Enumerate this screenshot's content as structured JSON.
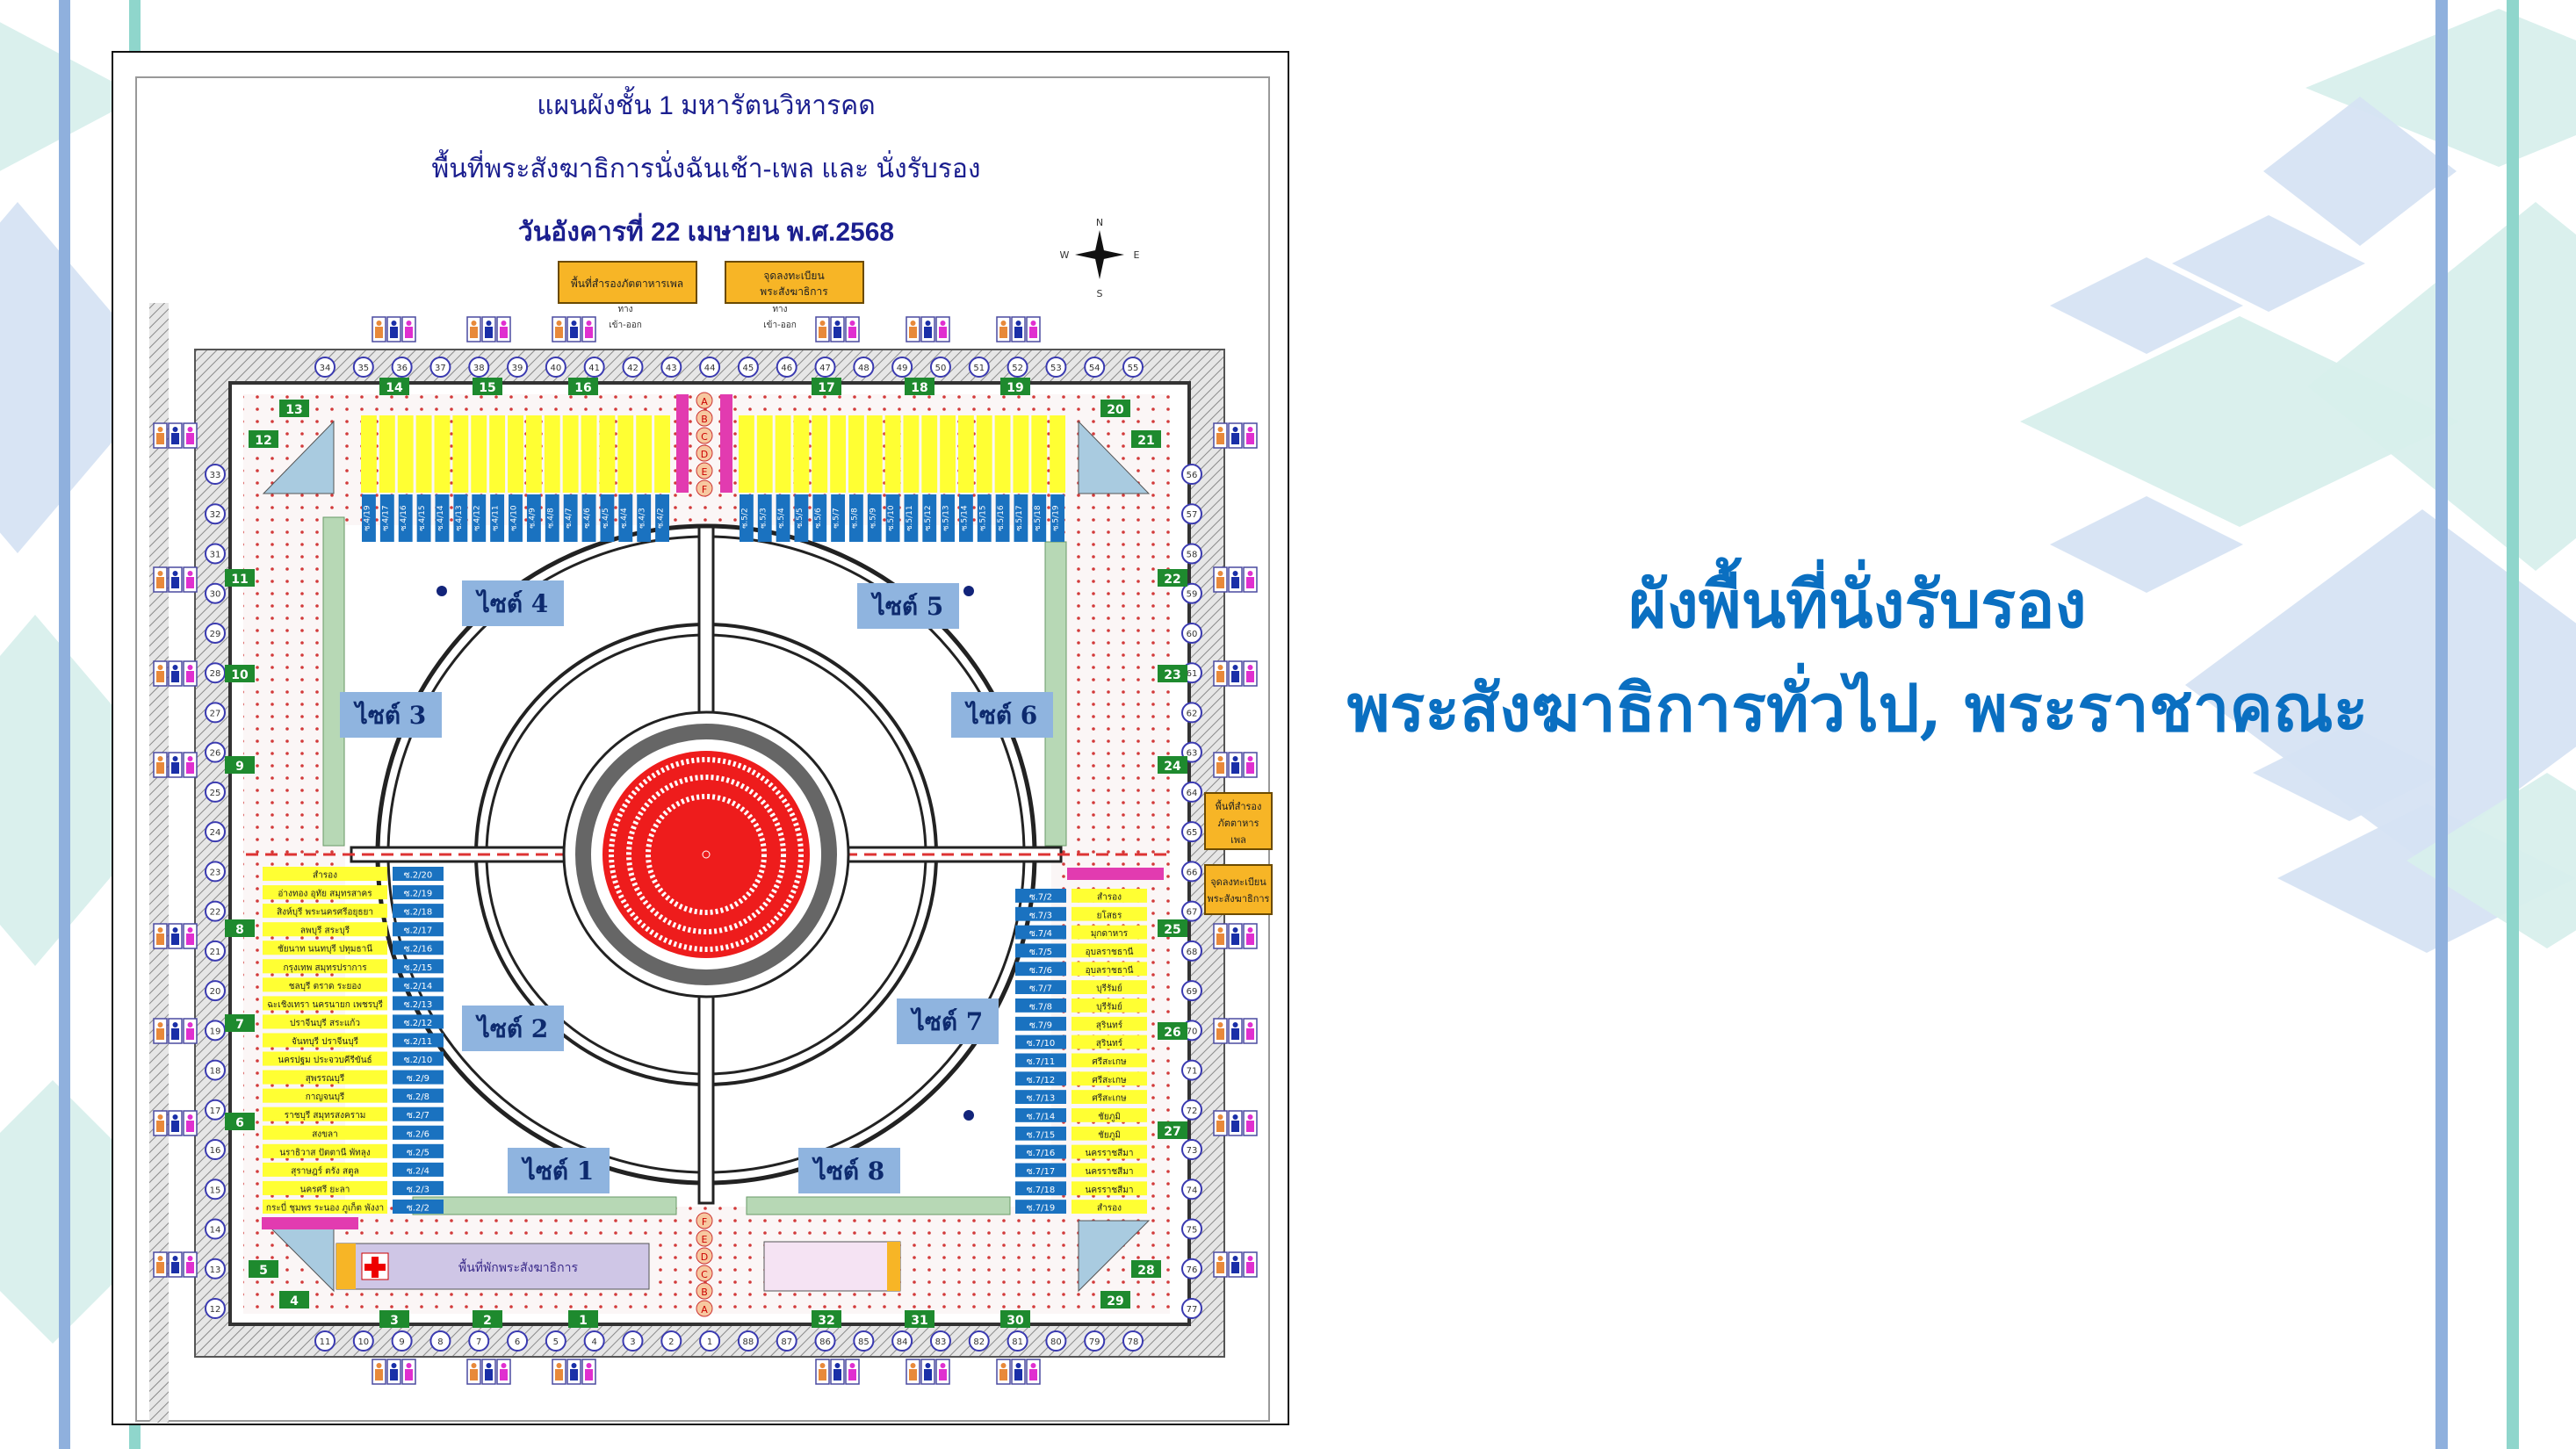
{
  "colors": {
    "headline": "#0a6fc1",
    "bar_blue": "#8fb0dd",
    "bar_teal": "#8fd6cc",
    "diamond_blue": "#d6e3f3",
    "diamond_teal": "#d8efec",
    "map_title": "#1b1f8f",
    "seat_yellow": "#ffff33",
    "seat_blue": "#1a72c0",
    "zone_label_bg": "#8fb4df",
    "center_red": "#ee1c1c",
    "gate_green": "#1e8a2e",
    "info_orange": "#f7b526"
  },
  "headline": {
    "line1": "ผังพื้นที่นั่งรับรอง",
    "line2": "พระสังฆาธิการทั่วไป, พระราชาคณะ"
  },
  "map": {
    "title_line1": "แผนผังชั้น 1 มหารัตนวิหารคด",
    "title_line2": "พื้นที่พระสังฆาธิการนั่งฉันเช้า-เพล และ นั่งรับรอง",
    "title_line3": "วันอังคารที่ 22 เมษายน พ.ศ.2568",
    "compass": {
      "n": "N",
      "s": "S",
      "e": "E",
      "w": "W"
    },
    "top_box_left": "พื้นที่สำรองภัตตาหารเพล",
    "top_box_right_1": "จุดลงทะเบียน",
    "top_box_right_2": "พระสังฆาธิการ",
    "entrance_1": "ทาง",
    "entrance_2": "เข้า-ออก",
    "right_box_1": [
      "พื้นที่สำรอง",
      "ภัตตาหาร",
      "เพล"
    ],
    "right_box_2": [
      "จุดลงทะเบียน",
      "พระสังฆาธิการ"
    ],
    "rest_area": "พื้นที่พักพระสังฆาธิการ",
    "row_letters": [
      "A",
      "B",
      "C",
      "D",
      "E",
      "F"
    ],
    "zones": [
      "ไซต์ 1",
      "ไซต์ 2",
      "ไซต์ 3",
      "ไซต์ 4",
      "ไซต์ 5",
      "ไซต์ 6",
      "ไซต์ 7",
      "ไซต์ 8"
    ],
    "circles_top": [
      "34",
      "35",
      "36",
      "37",
      "38",
      "39",
      "40",
      "41",
      "42",
      "43",
      "44",
      "45",
      "46",
      "47",
      "48",
      "49",
      "50",
      "51",
      "52",
      "53",
      "54",
      "55"
    ],
    "circles_bottom": [
      "11",
      "10",
      "9",
      "8",
      "7",
      "6",
      "5",
      "4",
      "3",
      "2",
      "1",
      "88",
      "87",
      "86",
      "85",
      "84",
      "83",
      "82",
      "81",
      "80",
      "79",
      "78"
    ],
    "circles_left": [
      "33",
      "32",
      "31",
      "30",
      "29",
      "28",
      "27",
      "26",
      "25",
      "24",
      "23",
      "22",
      "21",
      "20",
      "19",
      "18",
      "17",
      "16",
      "15",
      "14",
      "13",
      "12"
    ],
    "circles_right": [
      "56",
      "57",
      "58",
      "59",
      "60",
      "61",
      "62",
      "63",
      "64",
      "65",
      "66",
      "67",
      "68",
      "69",
      "70",
      "71",
      "72",
      "73",
      "74",
      "75",
      "76",
      "77"
    ],
    "gates": [
      "14",
      "15",
      "16",
      "17",
      "18",
      "19",
      "3",
      "2",
      "1",
      "32",
      "31",
      "30",
      "11",
      "10",
      "9",
      "8",
      "7",
      "6",
      "22",
      "23",
      "24",
      "25",
      "26",
      "27",
      "12",
      "13",
      "20",
      "21",
      "5",
      "4",
      "28",
      "29"
    ],
    "site4_codes": [
      "ซ.4/19",
      "ซ.4/17",
      "ซ.4/16",
      "ซ.4/15",
      "ซ.4/14",
      "ซ.4/13",
      "ซ.4/12",
      "ซ.4/11",
      "ซ.4/10",
      "ซ.4/9",
      "ซ.4/8",
      "ซ.4/7",
      "ซ.4/6",
      "ซ.4/5",
      "ซ.4/4",
      "ซ.4/3",
      "ซ.4/2"
    ],
    "site5_codes": [
      "ซ.5/2",
      "ซ.5/3",
      "ซ.5/4",
      "ซ.5/5",
      "ซ.5/6",
      "ซ.5/7",
      "ซ.5/8",
      "ซ.5/9",
      "ซ.5/10",
      "ซ.5/11",
      "ซ.5/12",
      "ซ.5/13",
      "ซ.5/14",
      "ซ.5/15",
      "ซ.5/16",
      "ซ.5/17",
      "ซ.5/18",
      "ซ.5/19"
    ],
    "site2_codes": [
      "ซ.2/20",
      "ซ.2/19",
      "ซ.2/18",
      "ซ.2/17",
      "ซ.2/16",
      "ซ.2/15",
      "ซ.2/14",
      "ซ.2/13",
      "ซ.2/12",
      "ซ.2/11",
      "ซ.2/10",
      "ซ.2/9",
      "ซ.2/8",
      "ซ.2/7",
      "ซ.2/6",
      "ซ.2/5",
      "ซ.2/4",
      "ซ.2/3",
      "ซ.2/2"
    ],
    "site2_provinces": [
      "สำรอง",
      "อ่างทอง อุทัย สมุทรสาคร",
      "สิงห์บุรี พระนครศรีอยุธยา",
      "ลพบุรี สระบุรี",
      "ชัยนาท นนทบุรี ปทุมธานี",
      "กรุงเทพ สมุทรปราการ",
      "ชลบุรี ตราด ระยอง",
      "ฉะเชิงเทรา นครนายก เพชรบุรี",
      "ปราจีนบุรี สระแก้ว",
      "จันทบุรี ปราจีนบุรี",
      "นครปฐม ประจวบคีรีขันธ์",
      "สุพรรณบุรี",
      "กาญจนบุรี",
      "ราชบุรี สมุทรสงคราม",
      "สงขลา",
      "นราธิวาส ปัตตานี พัทลุง",
      "สุราษฎร์ ตรัง สตูล",
      "นครศรี ยะลา",
      "กระบี่ ชุมพร ระนอง ภูเก็ต พังงา"
    ],
    "site7_codes": [
      "ซ.7/2",
      "ซ.7/3",
      "ซ.7/4",
      "ซ.7/5",
      "ซ.7/6",
      "ซ.7/7",
      "ซ.7/8",
      "ซ.7/9",
      "ซ.7/10",
      "ซ.7/11",
      "ซ.7/12",
      "ซ.7/13",
      "ซ.7/14",
      "ซ.7/15",
      "ซ.7/16",
      "ซ.7/17",
      "ซ.7/18",
      "ซ.7/19"
    ],
    "site7_provinces": [
      "สำรอง",
      "ยโสธร",
      "มุกดาหาร",
      "อุบลราชธานี",
      "อุบลราชธานี",
      "บุรีรัมย์",
      "บุรีรัมย์",
      "สุรินทร์",
      "สุรินทร์",
      "ศรีสะเกษ",
      "ศรีสะเกษ",
      "ศรีสะเกษ",
      "ชัยภูมิ",
      "ชัยภูมิ",
      "นครราชสีมา",
      "นครราชสีมา",
      "นครราชสีมา",
      "สำรอง"
    ]
  }
}
